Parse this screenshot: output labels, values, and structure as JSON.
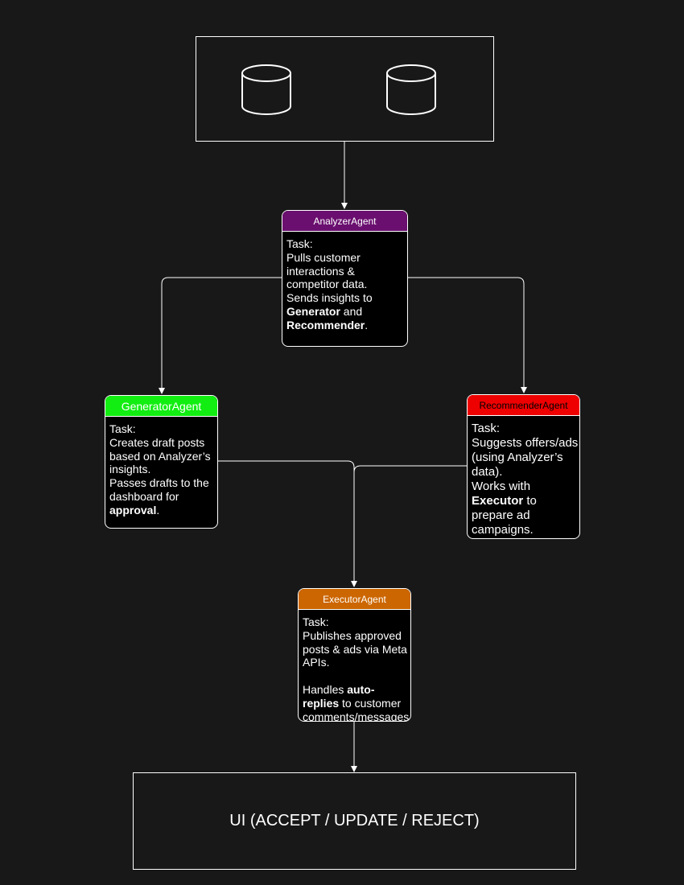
{
  "diagram": {
    "data_sources": {
      "icons": [
        "database-icon",
        "database-icon"
      ]
    },
    "analyzer": {
      "title": "AnalyzerAgent",
      "header_color": "#6a0f6f",
      "lines": [
        "Task:",
        "Pulls customer interactions & competitor data.",
        "Sends insights to "
      ],
      "bold_generator": "Generator",
      "and_text": " and ",
      "bold_recommender": "Recommender",
      "end_text": "."
    },
    "generator": {
      "title": "GeneratorAgent",
      "header_color": "#12ee12",
      "line1": "Task:",
      "line2": "Creates draft posts based on Analyzer’s insights.",
      "line3": "Passes drafts to the dashboard for ",
      "bold": "approval",
      "end": "."
    },
    "recommender": {
      "title": "RecommenderAgent",
      "header_color": "#ee0000",
      "line1": "Task:",
      "line2": "Suggests offers/ads (using Analyzer’s data).",
      "line3": "Works with ",
      "bold": "Executor",
      "line4": " to prepare ad campaigns."
    },
    "executor": {
      "title": "ExecutorAgent",
      "header_color": "#cc6600",
      "line1": "Task:",
      "line2": "Publishes approved posts & ads via Meta APIs.",
      "line3": "Handles ",
      "bold": "auto-replies",
      "line4": " to customer comments/messages."
    },
    "ui_box": {
      "label": "UI (ACCEPT / UPDATE / REJECT)"
    }
  }
}
